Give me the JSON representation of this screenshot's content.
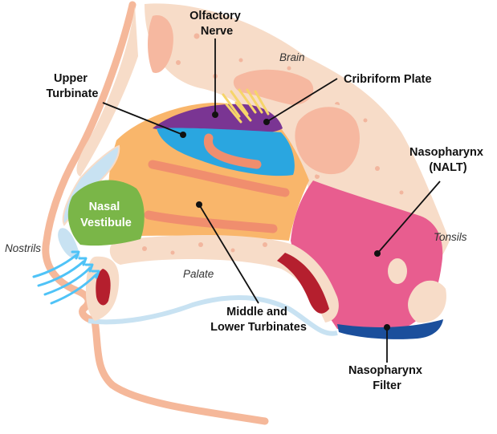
{
  "labels": {
    "olfactory_nerve": [
      "Olfactory",
      "Nerve"
    ],
    "brain": "Brain",
    "upper_turbinate": [
      "Upper",
      "Turbinate"
    ],
    "cribriform_plate": "Cribriform Plate",
    "nasopharynx_nalt": [
      "Nasopharynx",
      "(NALT)"
    ],
    "nasal_vestibule": [
      "Nasal",
      "Vestibule"
    ],
    "tonsils": "Tonsils",
    "nostrils": "Nostrils",
    "palate": "Palate",
    "middle_lower_turbinates": [
      "Middle and",
      "Lower Turbinates"
    ],
    "nasopharynx_filter": [
      "Nasopharynx",
      "Filter"
    ]
  },
  "colors": {
    "skin_outline": "#f5b89a",
    "bone": "#f7dcc8",
    "bone_pore": "#f2b69e",
    "nasal_cavity": "#f9b66b",
    "turbinate_ridge": "#f08e6e",
    "olfactory_region": "#7a3593",
    "upper_turbinate_region": "#2aa6e0",
    "cribriform_fibers": "#f6d56a",
    "brain": "#f6b8a0",
    "nasopharynx": "#e85d8f",
    "nasopharynx_filter": "#1b4f9c",
    "nasal_vestibule": "#7ab648",
    "cartilage": "#c8e2f2",
    "blood_vessel": "#b51f2e",
    "airflow": "#4fc3f7"
  }
}
